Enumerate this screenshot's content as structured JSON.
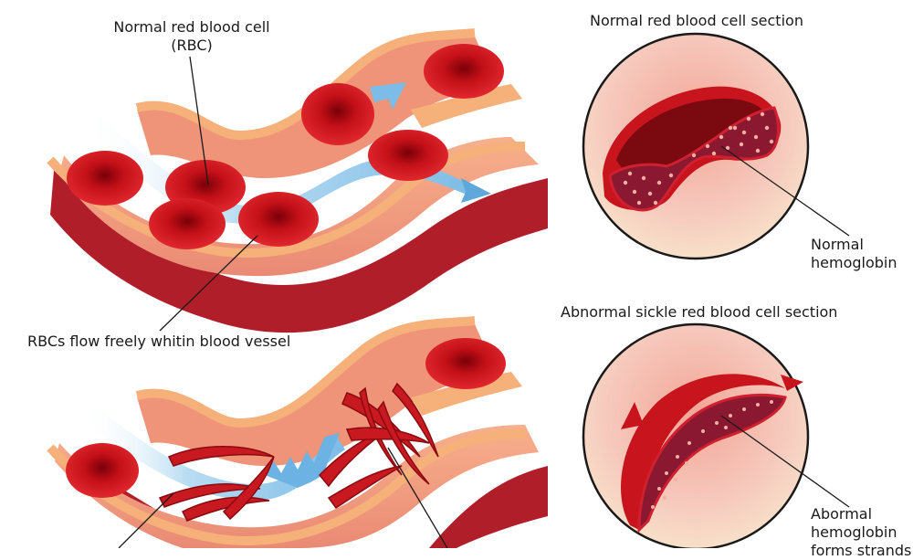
{
  "labels": {
    "normal_rbc_line1": "Normal red blood cell",
    "normal_rbc_line2": "(RBC)",
    "normal_section_title": "Normal red blood cell section",
    "normal_hemoglobin_line1": "Normal",
    "normal_hemoglobin_line2": "hemoglobin",
    "flow_caption": "RBCs flow freely whitin blood vessel",
    "sickle_section_title": "Abnormal sickle red blood cell section",
    "abnormal_hemoglobin_line1": "Abormal",
    "abnormal_hemoglobin_line2": "hemoglobin",
    "abnormal_hemoglobin_line3": "forms strands"
  },
  "colors": {
    "vessel_wall": "#f3a86e",
    "vessel_inner": "#f2a08a",
    "vessel_shadow": "#a8202a",
    "cell_red": "#c8141c",
    "cell_dark": "#8a0a10",
    "flow_arrow": "#8fc8ec",
    "circle_bg": "#f4c4b8"
  }
}
